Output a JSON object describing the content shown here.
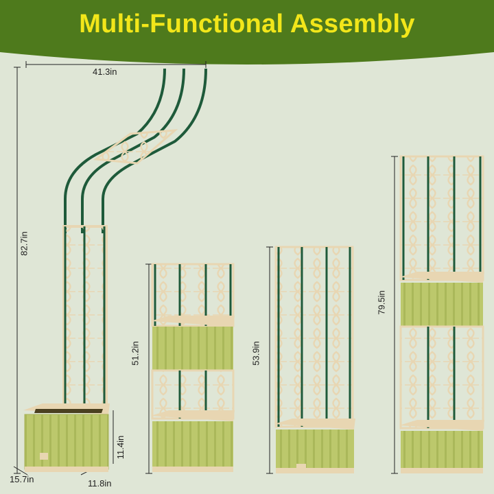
{
  "header": {
    "title": "Multi-Functional Assembly"
  },
  "colors": {
    "banner": "#4e7a1c",
    "title": "#f2e61a",
    "background": "#dfe6d6",
    "planter": "#bcc86c",
    "frame_stake": "#1e5a3a",
    "panel": "#e8d6b2"
  },
  "config_tall": {
    "width": "41.3in",
    "height": "82.7in",
    "box_height": "11.4in",
    "box_width": "15.7in",
    "box_depth": "11.8in"
  },
  "config_double": {
    "height": "51.2in"
  },
  "config_single_trellis": {
    "height": "53.9in"
  },
  "config_stacked": {
    "height": "79.5in"
  }
}
